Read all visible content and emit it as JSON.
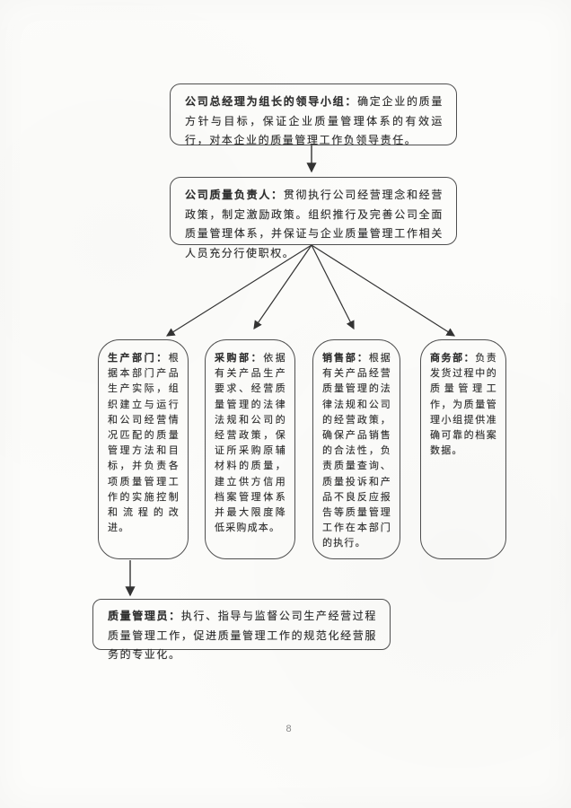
{
  "page": {
    "number": "8"
  },
  "colors": {
    "ink": "#2e2e2e",
    "border": "#4f4f4f",
    "paper": "#fcfcfa"
  },
  "flowchart": {
    "nodes": {
      "leader": {
        "label": "公司总经理为组长的领导小组：",
        "text": "确定企业的质量方针与目标，保证企业质量管理体系的有效运行，对本企业的质量管理工作负领导责任。"
      },
      "quality_head": {
        "label": "公司质量负责人：",
        "text": "贯彻执行公司经营理念和经营政策，制定激励政策。组织推行及完善公司全面质量管理体系，并保证与企业质量管理工作相关人员充分行使职权。"
      },
      "production": {
        "label": "生产部门：",
        "text": "根据本部门产品生产实际，组织建立与运行和公司经营情况匹配的质量管理方法和目标，并负责各项质量管理工作的实施控制和流程的改进。"
      },
      "purchasing": {
        "label": "采购部：",
        "text": "依据有关产品生产要求、经营质量管理的法律法规和公司的经营政策，保证所采购原辅材料的质量，建立供方信用档案管理体系并最大限度降低采购成本。"
      },
      "sales": {
        "label": "销售部：",
        "text": "根据有关产品经营质量管理的法律法规和公司的经营政策，确保产品销售的合法性，负责质量查询、质量投诉和产品不良反应报告等质量管理工作在本部门的执行。"
      },
      "commerce": {
        "label": "商务部：",
        "text": "负责发货过程中的质量管理工作，为质量管理小组提供准确可靠的档案数据。"
      },
      "quality_admin": {
        "label": "质量管理员：",
        "text": "执行、指导与监督公司生产经营过程质量管理工作，促进质量管理工作的规范化经营服务的专业化。"
      }
    }
  }
}
